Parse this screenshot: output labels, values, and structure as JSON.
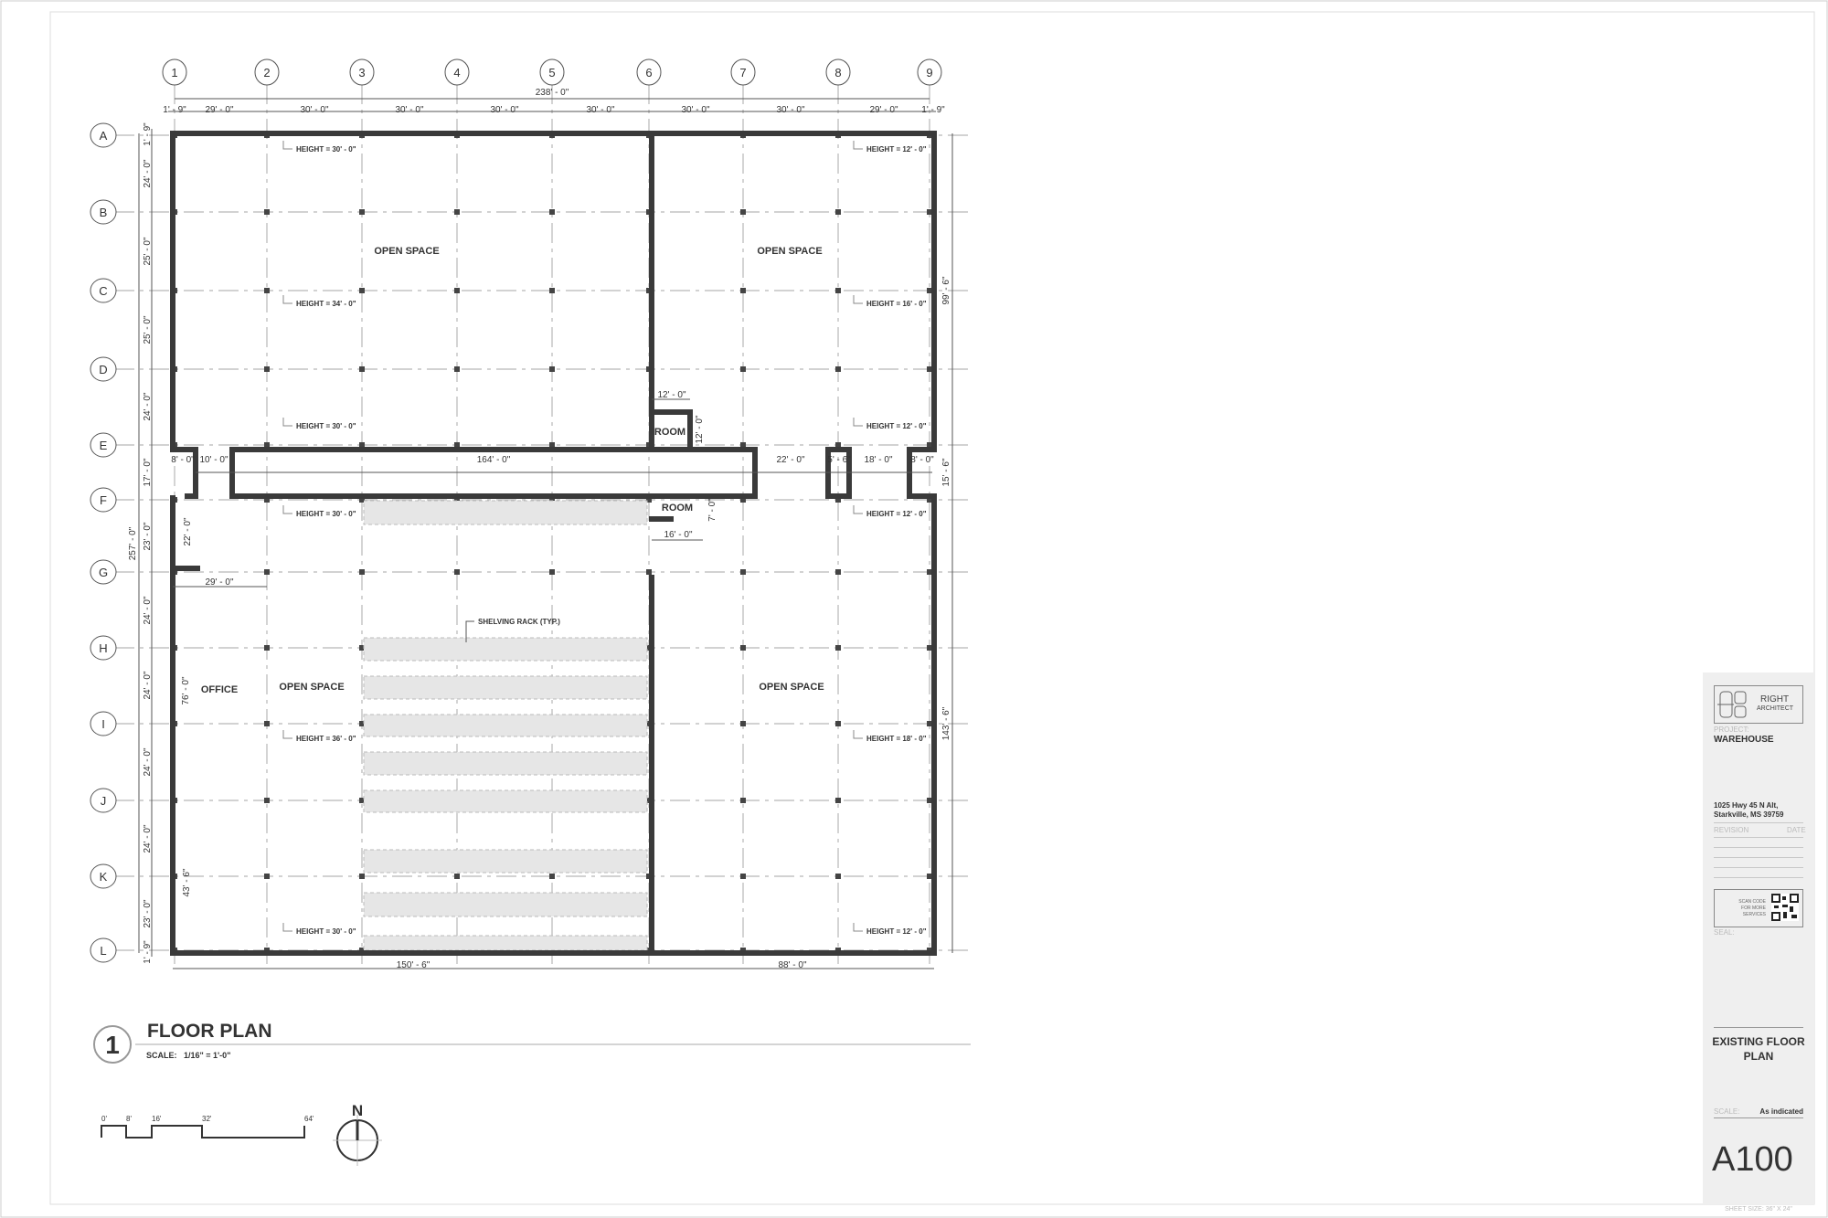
{
  "grid": {
    "columns": [
      "1",
      "2",
      "3",
      "4",
      "5",
      "6",
      "7",
      "8",
      "9"
    ],
    "rows": [
      "A",
      "B",
      "C",
      "D",
      "E",
      "F",
      "G",
      "H",
      "I",
      "J",
      "K",
      "L"
    ]
  },
  "dimensions": {
    "top_overall": "238' - 0\"",
    "top_segments": [
      "1' - 9\"",
      "29' - 0\"",
      "30' - 0\"",
      "30' - 0\"",
      "30' - 0\"",
      "30' - 0\"",
      "30' - 0\"",
      "30' - 0\"",
      "29' - 0\"",
      "1' - 9\""
    ],
    "left_overall": "257' - 0\"",
    "left_segments": [
      "1' - 9\"",
      "24' - 0\"",
      "25' - 0\"",
      "25' - 0\"",
      "24' - 0\"",
      "17' - 0\"",
      "23' - 0\"",
      "24' - 0\"",
      "24' - 0\"",
      "24' - 0\"",
      "24' - 0\"",
      "23' - 0\"",
      "1' - 9\""
    ],
    "right_segments": [
      "99' - 6\"",
      "15' - 6\"",
      "143' - 6\""
    ],
    "bottom_segments": [
      "150' - 6\"",
      "88' - 0\""
    ],
    "interior": {
      "vestibule_width": "8' - 0\"",
      "gap_left": "10' - 0\"",
      "corridor_length": "164' - 0\"",
      "gap_middle": "22' - 0\"",
      "closet_width": "5' - 6\"",
      "gap_right": "18' - 0\"",
      "vestibule_right": "8' - 0\"",
      "room1_width": "12' - 0\"",
      "room1_depth": "12' - 0\"",
      "room2_depth": "7' - 0\"",
      "room2_width": "16' - 0\"",
      "left_gap_vertical": "22' - 0\"",
      "office_width": "29' - 0\"",
      "office_length": "76' - 0\"",
      "left_lower": "43' - 6\""
    }
  },
  "spaces": {
    "open_space_label": "OPEN SPACE",
    "room_label": "ROOM",
    "office_label": "OFFICE",
    "shelving_label": "SHELVING RACK (TYP.)"
  },
  "heights": {
    "left": [
      "HEIGHT = 30' - 0\"",
      "HEIGHT = 34' - 0\"",
      "HEIGHT = 30' - 0\"",
      "HEIGHT = 30' - 0\"",
      "HEIGHT = 36' - 0\"",
      "HEIGHT = 30' - 0\""
    ],
    "right": [
      "HEIGHT = 12' - 0\"",
      "HEIGHT = 16' - 0\"",
      "HEIGHT = 12' - 0\"",
      "HEIGHT = 12' - 0\"",
      "HEIGHT = 18' - 0\"",
      "HEIGHT = 12' - 0\""
    ]
  },
  "view_title": {
    "number": "1",
    "title": "FLOOR PLAN",
    "scale_label": "SCALE:",
    "scale_value": "1/16\" = 1'-0\""
  },
  "scale_bar": {
    "ticks": [
      "0'",
      "8'",
      "16'",
      "32'",
      "64'"
    ]
  },
  "north_arrow": {
    "label": "N"
  },
  "title_block": {
    "firm_line1": "RIGHT",
    "firm_line2": "ARCHITECT",
    "project_label": "PROJECT:",
    "project": "WAREHOUSE",
    "address_line1": "1025 Hwy 45 N Alt,",
    "address_line2": "Starkville, MS 39759",
    "revision_label": "REVISION",
    "date_label": "DATE",
    "qr_text": [
      "SCAN CODE",
      "FOR MORE",
      "SERVICES"
    ],
    "seal_label": "SEAL:",
    "sheet_title": "EXISTING FLOOR PLAN",
    "scale_label": "SCALE:",
    "scale_value": "As indicated",
    "sheet_number": "A100",
    "sheet_size": "SHEET SIZE: 36\" X 24\""
  }
}
